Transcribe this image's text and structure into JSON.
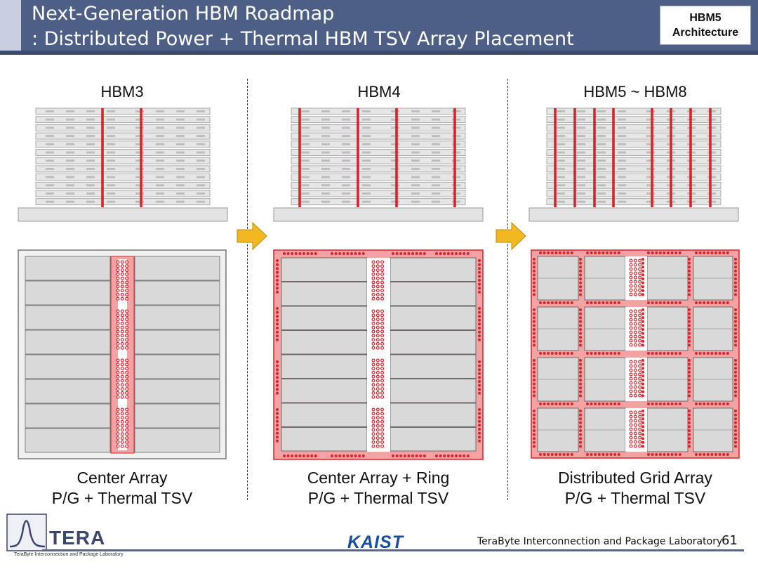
{
  "header": {
    "title_line1": "Next-Generation HBM Roadmap",
    "title_line2": ": Distributed Power + Thermal HBM TSV Array Placement",
    "badge_line1": "HBM5",
    "badge_line2": "Architecture"
  },
  "columns": [
    {
      "label": "HBM3",
      "caption_line1": "Center Array",
      "caption_line2": "P/G + Thermal TSV",
      "scheme": "center"
    },
    {
      "label": "HBM4",
      "caption_line1": "Center Array + Ring",
      "caption_line2": "P/G + Thermal TSV",
      "scheme": "ring"
    },
    {
      "label": "HBM5 ~ HBM8",
      "caption_line1": "Distributed Grid Array",
      "caption_line2": "P/G + Thermal TSV",
      "scheme": "grid"
    }
  ],
  "footer": {
    "logo_text": "TERA",
    "logo_subtext": "TeraByte Interconnection and Package Laboratory",
    "university": "KAIST",
    "lab_name": "TeraByte Interconnection and Package Laboratory",
    "page_number": "61"
  },
  "colors": {
    "header_bg": "#4e5f86",
    "tsv_red": "#d8232a",
    "tsv_region": "#f3a3a3",
    "die_gray": "#d9d9d9",
    "arrow_yellow": "#f2b822"
  }
}
